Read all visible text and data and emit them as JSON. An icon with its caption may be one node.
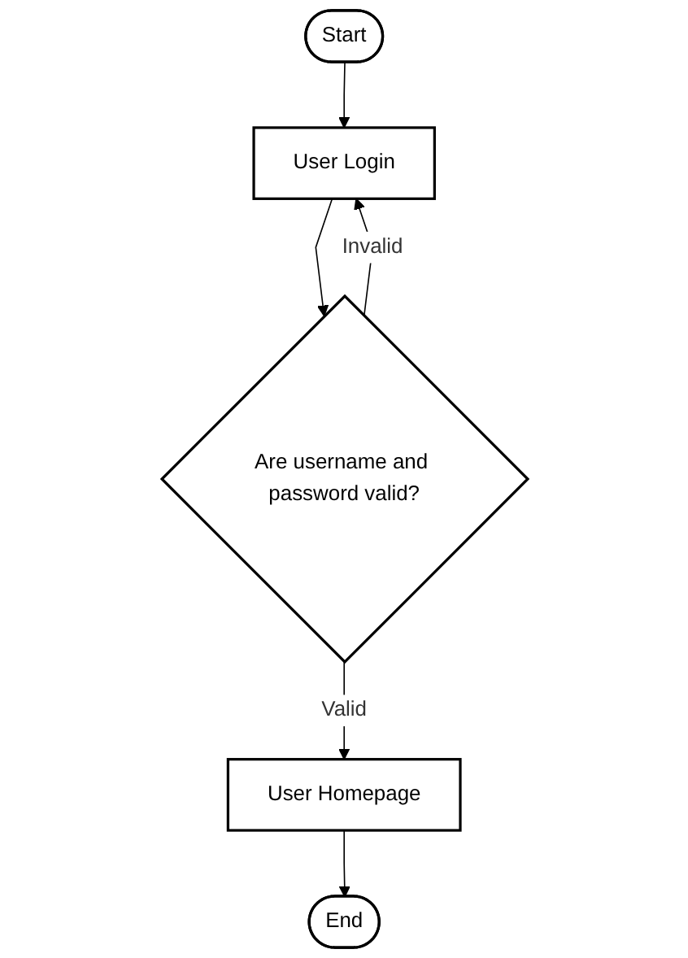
{
  "diagram": {
    "nodes": [
      {
        "text": [
          "Start"
        ]
      },
      {
        "text": [
          "User Login"
        ]
      },
      {
        "text": [
          "Are username and password valid?"
        ]
      },
      {
        "text": [
          "User Homepage"
        ]
      },
      {
        "text": [
          "End"
        ]
      }
    ],
    "edges": [
      {
        "from": 0,
        "to": 1,
        "arrow": "to"
      },
      {
        "from": 1,
        "to": 2,
        "arrow": "to"
      },
      {
        "from": 2,
        "to": 1,
        "arrow": "to",
        "label": "Invalid"
      },
      {
        "from": 2,
        "to": 3,
        "arrow": "to",
        "label": "Valid"
      },
      {
        "from": 3,
        "to": 4,
        "arrow": "to"
      }
    ]
  }
}
